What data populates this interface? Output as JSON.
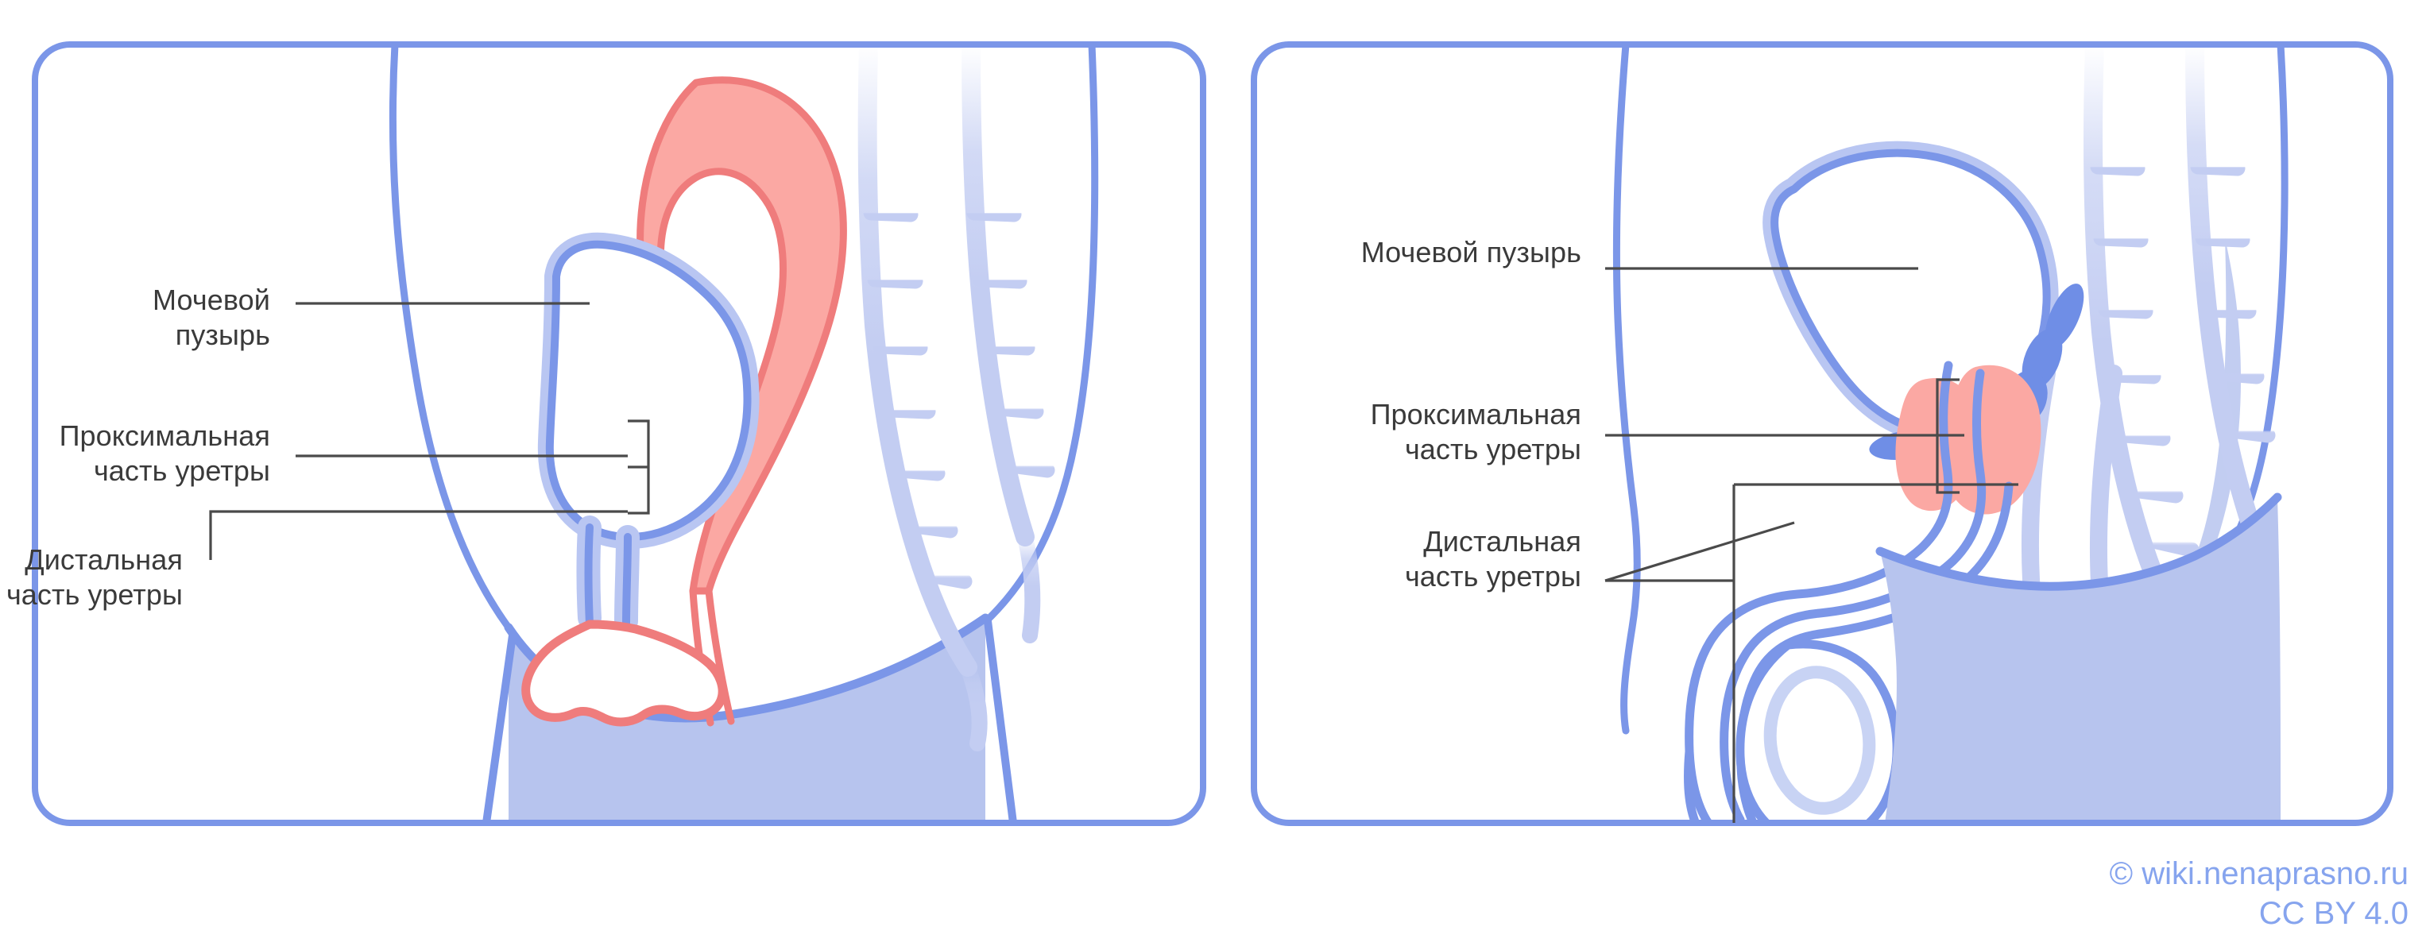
{
  "figure": {
    "type": "medical-anatomy-diagram",
    "subject": "Urethra segments in female and male pelvis (sagittal sections)",
    "background_color": "#ffffff",
    "panel_border_color": "#7b96e8",
    "label_text_color": "#3a3a3a",
    "leader_line_color": "#4a4a4a",
    "accent_pink": "#f59a9a",
    "accent_pink_fill": "#fba8a3",
    "organ_blue": "#7b96e8",
    "organ_blue_soft": "#b9c6f2",
    "tissue_fill": "#b7c4ee",
    "spine_color": "#c3cdf2",
    "footer_color": "#86a4ee"
  },
  "panels": [
    {
      "id": "female",
      "name": "female-pelvis-panel",
      "labels": [
        {
          "id": "bladder",
          "name": "label-bladder",
          "text": "Мочевой\nпузырь"
        },
        {
          "id": "proximal",
          "name": "label-proximal-urethra",
          "text": "Проксимальная\nчасть уретры"
        },
        {
          "id": "distal",
          "name": "label-distal-urethra",
          "text": "Дистальная\nчасть уретры"
        }
      ]
    },
    {
      "id": "male",
      "name": "male-pelvis-panel",
      "labels": [
        {
          "id": "bladder",
          "name": "label-bladder",
          "text": "Мочевой пузырь"
        },
        {
          "id": "proximal",
          "name": "label-proximal-urethra",
          "text": "Проксимальная\nчасть уретры"
        },
        {
          "id": "distal",
          "name": "label-distal-urethra",
          "text": "Дистальная\nчасть уретры"
        }
      ]
    }
  ],
  "footer": {
    "copyright": "© wiki.nenaprasno.ru",
    "license": "CC BY 4.0"
  }
}
